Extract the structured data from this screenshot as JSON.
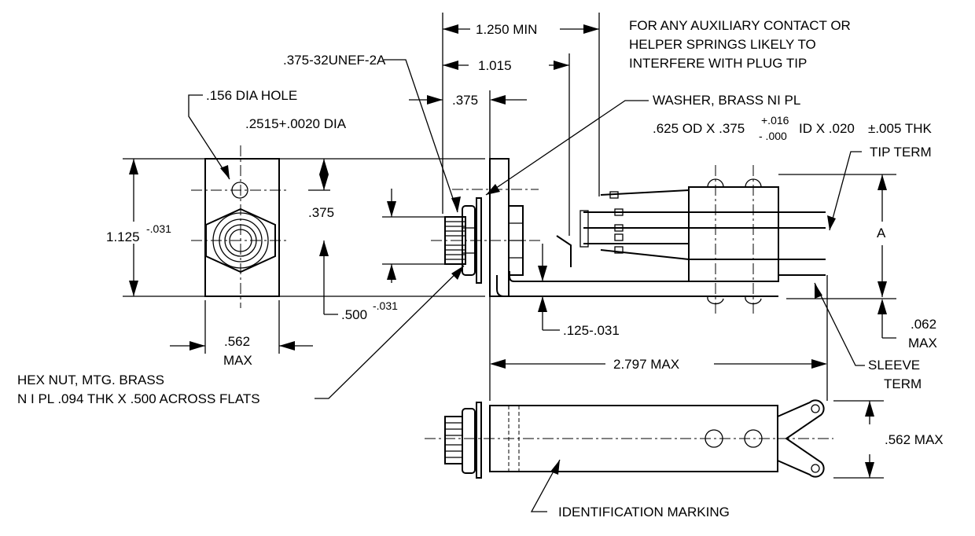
{
  "labels": {
    "hole": ".156 DIA HOLE",
    "thread": ".375-32UNEF-2A",
    "dia": ".2515+.0020 DIA",
    "washer": "WASHER, BRASS NI PL",
    "washer_spec_a": ".625 OD X .375",
    "washer_tol_plus": "+.016",
    "washer_tol_minus": "- .000",
    "washer_spec_b": "ID X .020",
    "washer_spec_c": "±.005 THK",
    "note_line1": "FOR ANY AUXILIARY CONTACT OR",
    "note_line2": "HELPER SPRINGS LIKELY TO",
    "note_line3": "INTERFERE WITH PLUG TIP",
    "dim_1250": "1.250 MIN",
    "dim_1015": "1.015",
    "dim_375_top": ".375",
    "dim_375_side": ".375",
    "dim_1125": "1.125",
    "dim_1125_tol": "-.031",
    "dim_500": ".500",
    "dim_500_tol": "-.031",
    "dim_562_l1": ".562",
    "dim_562_l2": "MAX",
    "dim_125": ".125-.031",
    "dim_2797": "2.797 MAX",
    "dim_a": "A",
    "dim_062_l1": ".062",
    "dim_062_l2": "MAX",
    "tip_term": "TIP TERM",
    "sleeve_l1": "SLEEVE",
    "sleeve_l2": "TERM",
    "hexnut_l1": "HEX NUT, MTG. BRASS",
    "hexnut_l2": "N I PL .094 THK X .500 ACROSS FLATS",
    "dim_562_max": ".562 MAX",
    "id_marking": "IDENTIFICATION MARKING"
  }
}
